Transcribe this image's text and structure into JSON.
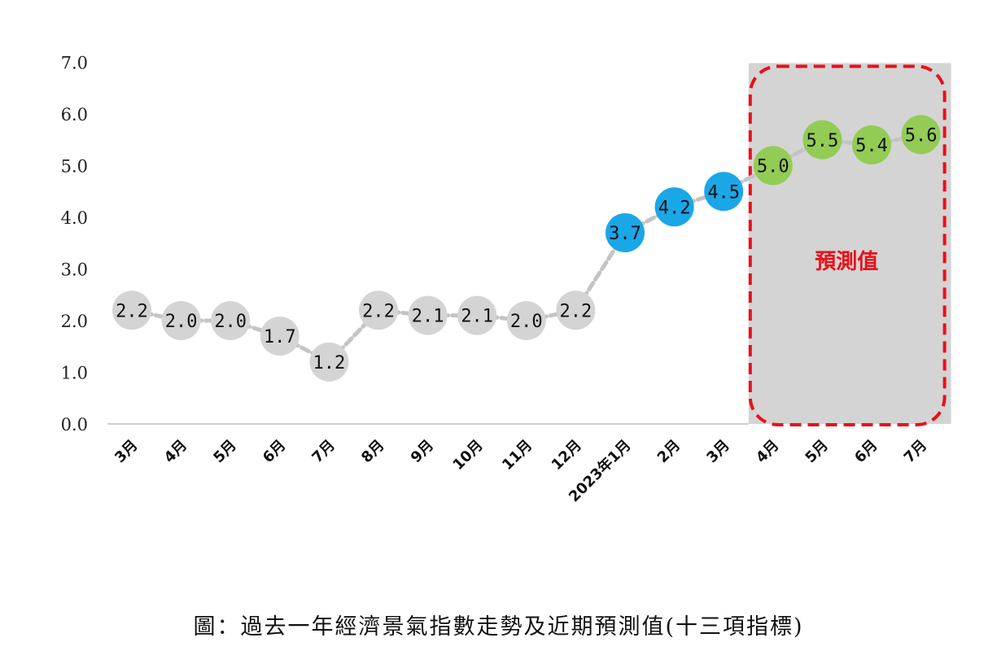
{
  "chart_data": {
    "type": "line",
    "categories": [
      "3月",
      "4月",
      "5月",
      "6月",
      "7月",
      "8月",
      "9月",
      "10月",
      "11月",
      "12月",
      "2023年1月",
      "2月",
      "3月",
      "4月",
      "5月",
      "6月",
      "7月"
    ],
    "values": [
      2.2,
      2.0,
      2.0,
      1.7,
      1.2,
      2.2,
      2.1,
      2.1,
      2.0,
      2.2,
      3.7,
      4.2,
      4.5,
      5.0,
      5.5,
      5.4,
      5.6
    ],
    "value_labels": [
      "2.2",
      "2.0",
      "2.0",
      "1.7",
      "1.2",
      "2.2",
      "2.1",
      "2.1",
      "2.0",
      "2.2",
      "3.7",
      "4.2",
      "4.5",
      "5.0",
      "5.5",
      "5.4",
      "5.6"
    ],
    "y_ticks": [
      "0.0",
      "1.0",
      "2.0",
      "3.0",
      "4.0",
      "5.0",
      "6.0",
      "7.0"
    ],
    "ylim": [
      0,
      7
    ],
    "marker_groups": [
      "past",
      "past",
      "past",
      "past",
      "past",
      "past",
      "past",
      "past",
      "past",
      "past",
      "recent",
      "recent",
      "recent",
      "forecast",
      "forecast",
      "forecast",
      "forecast"
    ],
    "forecast_region": {
      "start_index": 13,
      "end_index": 16,
      "label": "預測值"
    },
    "title": "",
    "xlabel": "",
    "ylabel": "",
    "grid": false,
    "legend": "none"
  },
  "colors": {
    "past": "#d4d4d4",
    "recent": "#1aa7e8",
    "forecast": "#92cc55",
    "line": "#c4c4c4",
    "forecast_region_fill": "#d4d4d4",
    "forecast_border": "#e8101a",
    "axis": "#d0d0d0"
  },
  "caption": "圖：過去一年經濟景氣指數走勢及近期預測值(十三項指標)"
}
